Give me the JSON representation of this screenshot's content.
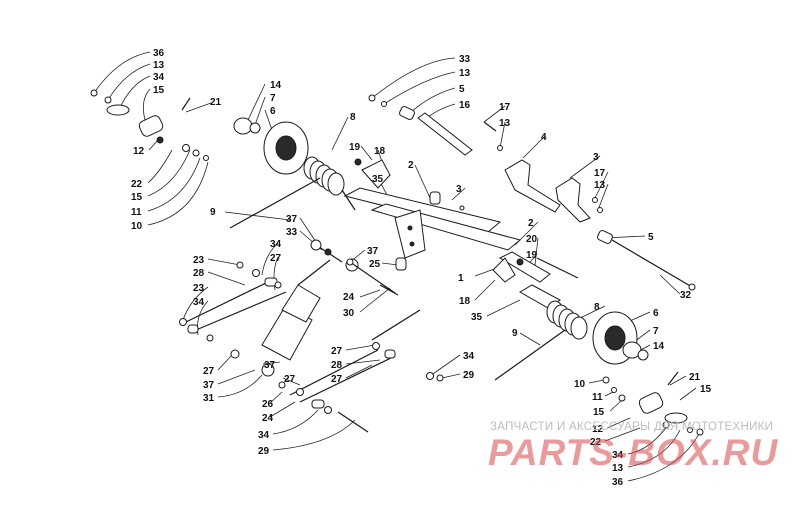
{
  "diagram": {
    "callouts": {
      "c36a": "36",
      "c13a": "13",
      "c34a": "34",
      "c15a": "15",
      "c12a": "12",
      "c22a": "22",
      "c11a": "11",
      "c10a": "10",
      "c21a": "21",
      "c14a": "14",
      "c7a": "7",
      "c6a": "6",
      "c8a": "8",
      "c9a": "9",
      "c33a": "33",
      "c13b": "13",
      "c5a": "5",
      "c16": "16",
      "c17a": "17",
      "c13c": "13",
      "c4": "4",
      "c19a": "19",
      "c18a": "18",
      "c35a": "35",
      "c2a": "2",
      "c3a": "3",
      "c3b": "3",
      "c17b": "17",
      "c13d": "13",
      "c37a": "37",
      "c33b": "33",
      "c34b": "34",
      "c27a": "27",
      "c23a": "23",
      "c28a": "28",
      "c23b": "23",
      "c34c": "34",
      "c37b": "37",
      "c25": "25",
      "c24a": "24",
      "c30": "30",
      "c1": "1",
      "c18b": "18",
      "c2b": "2",
      "c20": "20",
      "c19b": "19",
      "c5b": "5",
      "c32": "32",
      "c35b": "35",
      "c8b": "8",
      "c6b": "6",
      "c7b": "7",
      "c14b": "14",
      "c9b": "9",
      "c27b": "27",
      "c37c": "37",
      "c31": "31",
      "c26": "26",
      "c24b": "24",
      "c34d": "34",
      "c29a": "29",
      "c27c": "27",
      "c28b": "28",
      "c37d": "37",
      "c27d": "27",
      "c34e": "34",
      "c29b": "29",
      "c10b": "10",
      "c11b": "11",
      "c15b": "15",
      "c21b": "21",
      "c15c": "15",
      "c12b": "12",
      "c22b": "22",
      "c34f": "34",
      "c13e": "13",
      "c36b": "36"
    }
  },
  "watermark": {
    "caption": "ЗАПЧАСТИ И АКСЕССУАРЫ ДЛЯ МОТОТЕХНИКИ",
    "logo": "PARTS-BOX.RU"
  },
  "colors": {
    "lines": "#1a1a1a",
    "watermark_logo": "#d94848",
    "watermark_caption": "#bdbdbd"
  }
}
